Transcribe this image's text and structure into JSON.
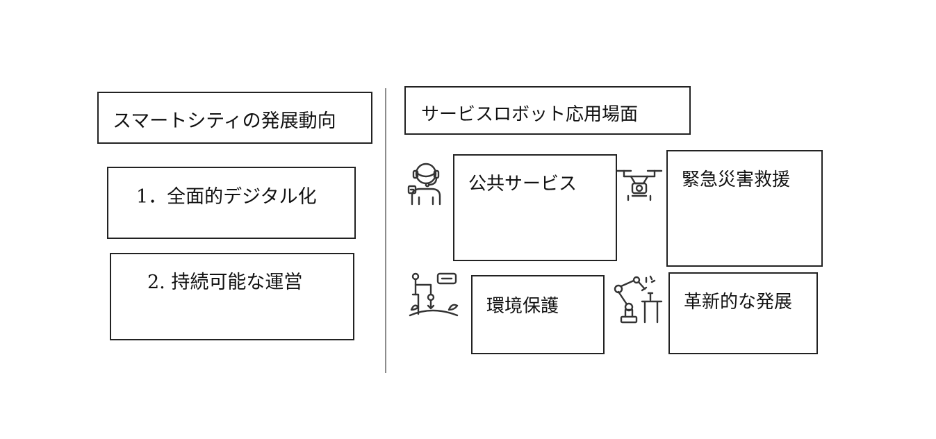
{
  "left": {
    "title": "スマートシティの発展動向",
    "items": [
      {
        "label": "1．全面的デジタル化"
      },
      {
        "label": "2. 持続可能な運営"
      }
    ]
  },
  "right": {
    "title": "サービスロボット応用場面",
    "cards": [
      {
        "label": "公共サービス",
        "icon": "robot-operator-icon"
      },
      {
        "label": "緊急災害救援",
        "icon": "drone-icon"
      },
      {
        "label": "環境保護",
        "icon": "agri-robot-icon"
      },
      {
        "label": "革新的な発展",
        "icon": "robotic-arm-icon"
      }
    ]
  },
  "colors": {
    "border": "#222222",
    "divider": "#8c8c8c",
    "icon": "#333333"
  }
}
